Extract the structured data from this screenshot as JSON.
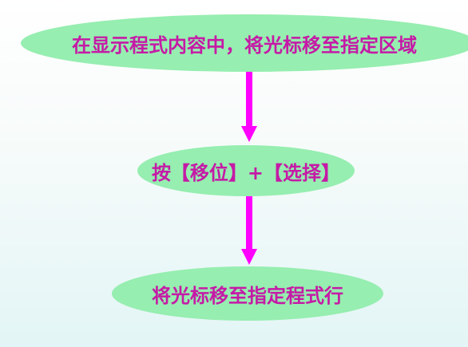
{
  "diagram": {
    "nodes": [
      {
        "id": "step1",
        "label": "在显示程式内容中，将光标移至指定区域"
      },
      {
        "id": "step2",
        "label": "按【移位】+【选择】"
      },
      {
        "id": "step3",
        "label": "将光标移至指定程式行"
      }
    ],
    "edges": [
      {
        "from": "step1",
        "to": "step2"
      },
      {
        "from": "step2",
        "to": "step3"
      }
    ],
    "colors": {
      "node_fill": "#96eeb0",
      "text": "#c51aa6",
      "arrow": "#ff00ff"
    }
  }
}
